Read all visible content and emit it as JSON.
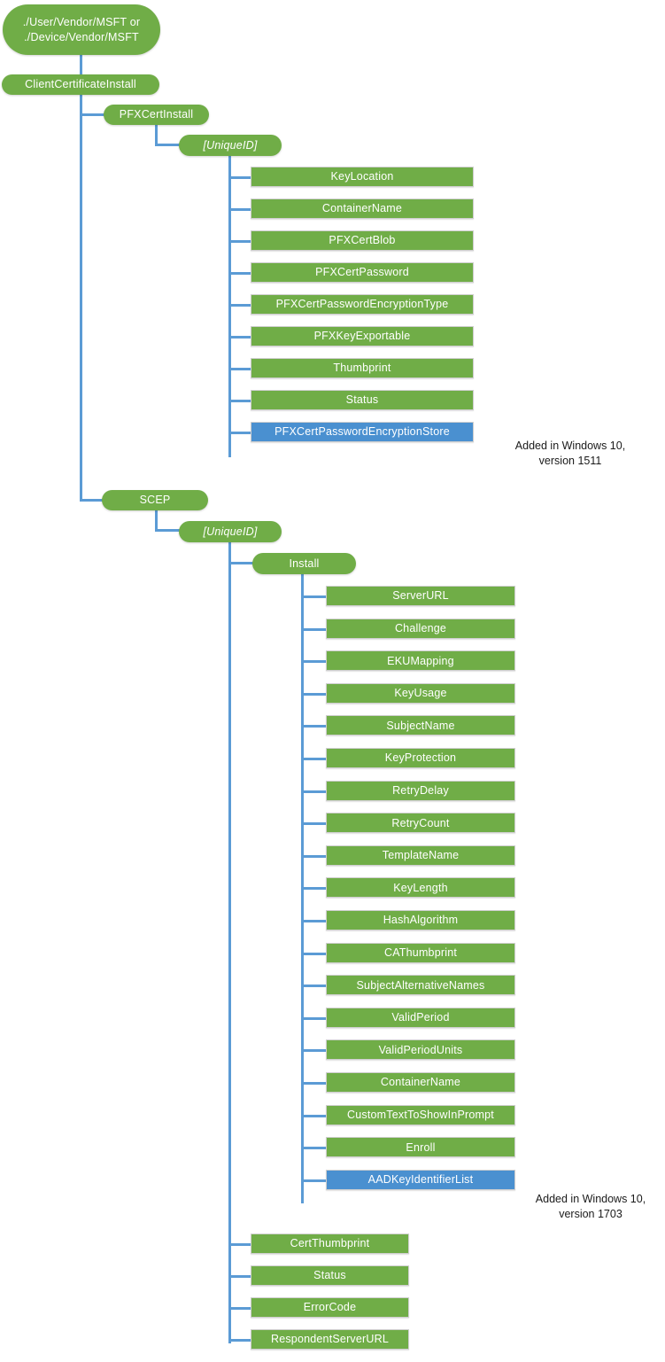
{
  "diagram": {
    "title": "ClientCertificateInstall CSP node tree",
    "colors": {
      "node_green": "#70ad47",
      "node_blue": "#4a90d0",
      "connector_blue": "#5b9bd5",
      "node_text": "#ffffff",
      "annotation_text": "#1a1a1a",
      "background": "#ffffff"
    },
    "root": {
      "label": "./User/Vendor/MSFT or\n./Device/Vendor/MSFT"
    },
    "level1": {
      "label": "ClientCertificateInstall"
    },
    "pfx": {
      "branch_label": "PFXCertInstall",
      "unique_id_label": "[UniqueID]",
      "children": [
        {
          "label": "KeyLocation",
          "style": "green"
        },
        {
          "label": "ContainerName",
          "style": "green"
        },
        {
          "label": "PFXCertBlob",
          "style": "green"
        },
        {
          "label": "PFXCertPassword",
          "style": "green"
        },
        {
          "label": "PFXCertPasswordEncryptionType",
          "style": "green"
        },
        {
          "label": "PFXKeyExportable",
          "style": "green"
        },
        {
          "label": "Thumbprint",
          "style": "green"
        },
        {
          "label": "Status",
          "style": "green"
        },
        {
          "label": "PFXCertPasswordEncryptionStore",
          "style": "blue"
        }
      ],
      "annotation": "Added in Windows 10,\nversion 1511"
    },
    "scep": {
      "branch_label": "SCEP",
      "unique_id_label": "[UniqueID]",
      "install_label": "Install",
      "install_children": [
        {
          "label": "ServerURL",
          "style": "green"
        },
        {
          "label": "Challenge",
          "style": "green"
        },
        {
          "label": "EKUMapping",
          "style": "green"
        },
        {
          "label": "KeyUsage",
          "style": "green"
        },
        {
          "label": "SubjectName",
          "style": "green"
        },
        {
          "label": "KeyProtection",
          "style": "green"
        },
        {
          "label": "RetryDelay",
          "style": "green"
        },
        {
          "label": "RetryCount",
          "style": "green"
        },
        {
          "label": "TemplateName",
          "style": "green"
        },
        {
          "label": "KeyLength",
          "style": "green"
        },
        {
          "label": "HashAlgorithm",
          "style": "green"
        },
        {
          "label": "CAThumbprint",
          "style": "green"
        },
        {
          "label": "SubjectAlternativeNames",
          "style": "green"
        },
        {
          "label": "ValidPeriod",
          "style": "green"
        },
        {
          "label": "ValidPeriodUnits",
          "style": "green"
        },
        {
          "label": "ContainerName",
          "style": "green"
        },
        {
          "label": "CustomTextToShowInPrompt",
          "style": "green"
        },
        {
          "label": "Enroll",
          "style": "green"
        },
        {
          "label": "AADKeyIdentifierList",
          "style": "blue"
        }
      ],
      "annotation": "Added in Windows 10,\nversion 1703",
      "unique_id_children": [
        {
          "label": "CertThumbprint",
          "style": "green"
        },
        {
          "label": "Status",
          "style": "green"
        },
        {
          "label": "ErrorCode",
          "style": "green"
        },
        {
          "label": "RespondentServerURL",
          "style": "green"
        }
      ]
    }
  }
}
